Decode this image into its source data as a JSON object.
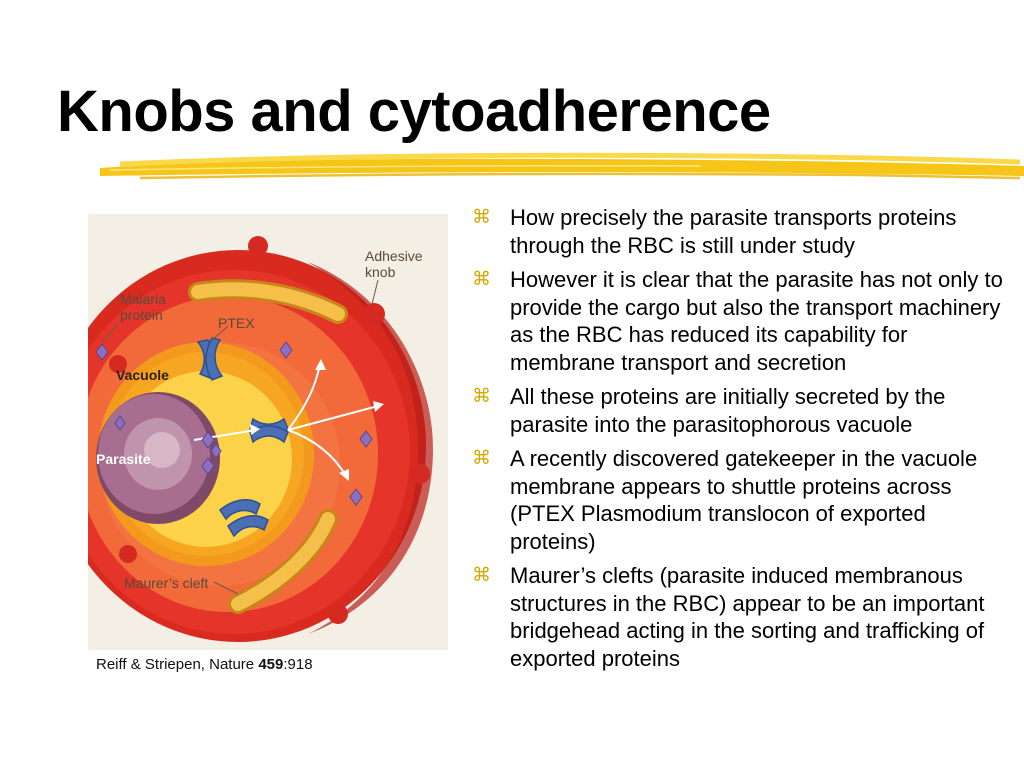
{
  "slide": {
    "title": "Knobs and cytoadherence"
  },
  "figure": {
    "labels": {
      "adhesive_knob_line1": "Adhesive",
      "adhesive_knob_line2": "knob",
      "malaria_protein_line1": "Malaria",
      "malaria_protein_line2": "protein",
      "ptex": "PTEX",
      "vacuole": "Vacuole",
      "parasite": "Parasite",
      "maurers_cleft": "Maurer’s cleft"
    },
    "colors": {
      "rbc_outer": "#e5352a",
      "rbc_inner": "#f26a3a",
      "vacuole": "#f7a623",
      "vacuole_inner": "#fbd24a",
      "parasite": "#a86e8f",
      "ptex": "#4a6fb5",
      "cleft": "#f5c04a",
      "protein": "#8b6fc0"
    }
  },
  "citation": {
    "authors": "Reiff & Striepen, Nature ",
    "volume": "459",
    "page": ":918"
  },
  "bullets": [
    "How precisely the parasite transports proteins through the RBC is still under study",
    "However it is clear that the parasite has not only to provide the cargo but also the transport machinery as the RBC has reduced its capability for membrane transport and secretion",
    "All these proteins are initially secreted by the parasite into the parasitophorous vacuole",
    "A recently discovered gatekeeper in the vacuole membrane appears to shuttle proteins across (PTEX Plasmodium translocon of exported proteins)",
    "Maurer’s clefts (parasite induced membranous structures in the RBC) appear to be an important bridgehead acting in the sorting and trafficking of exported proteins"
  ],
  "bullet_icon": "⌘",
  "accent_color": "#f5c518"
}
